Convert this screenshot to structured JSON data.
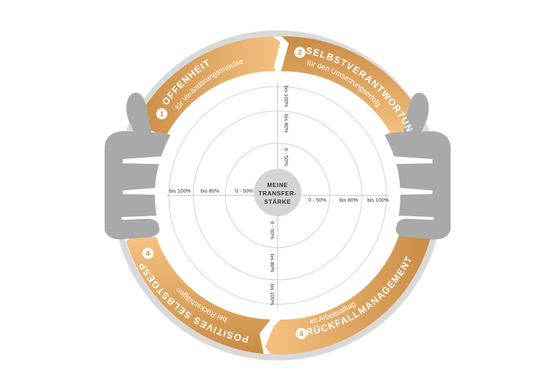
{
  "center": {
    "line1": "MEINE",
    "line2": "TRANSFER-",
    "line3": "STÄRKE"
  },
  "segments": [
    {
      "num": "1",
      "title": "OFFENHEIT",
      "subtitle": "für Veränderungsimpulse"
    },
    {
      "num": "2",
      "title": "SELBSTVERANTWORTUNG",
      "subtitle": "für den Umsetzungserfolg"
    },
    {
      "num": "3",
      "title": "RÜCKFALLMANAGEMENT",
      "subtitle": "im Arbeitsalltag"
    },
    {
      "num": "4",
      "title": "POSITIVES SELBSTGESPRÄCH",
      "subtitle": "bei Rückschlägen"
    }
  ],
  "scale": {
    "left": [
      "bis 100%",
      "bis 80%",
      "0 - 50%"
    ],
    "right": [
      "0 - 50%",
      "bis 80%",
      "bis 100%"
    ],
    "up": [
      "bis 100%",
      "bis 80%",
      "0 - 50%"
    ],
    "down": [
      "0 - 50%",
      "bis 80%",
      "bis 100%"
    ]
  },
  "colors": {
    "orange_light": "#f6c282",
    "orange_dark": "#c98c45",
    "ring_gray": "#d9d9d9",
    "hand_gray": "#a9a9a9",
    "hub_gray": "#d4d4d4"
  }
}
